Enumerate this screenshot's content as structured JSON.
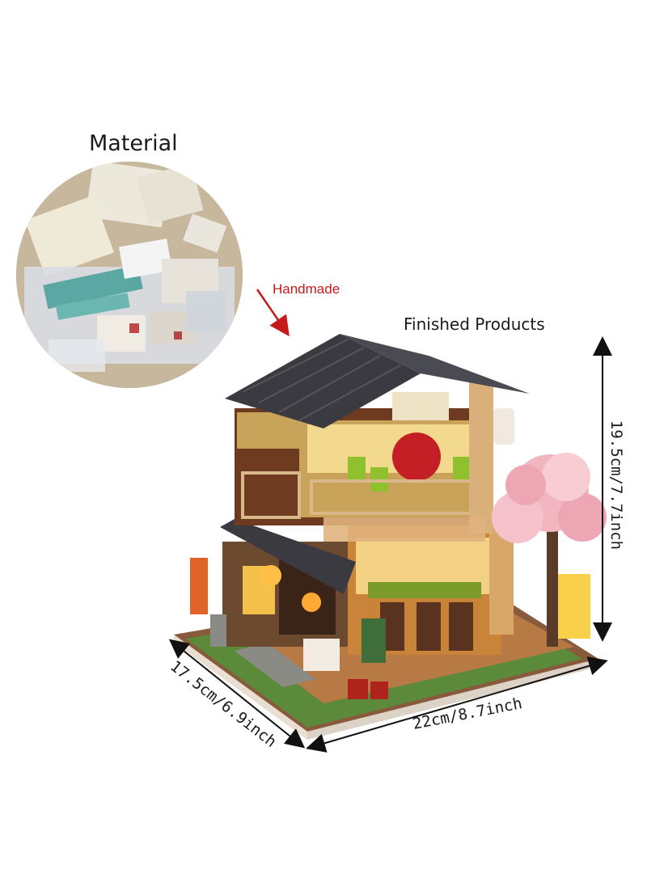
{
  "labels": {
    "material": "Material",
    "handmade": "Handmade",
    "finished_products": "Finished Products",
    "height_dimension": "19.5cm/7.7inch",
    "width_dimension": "22cm/8.7inch",
    "depth_dimension": "17.5cm/6.9inch"
  },
  "colors": {
    "arrow_red": "#c41a1a",
    "roof": "#3a3a40",
    "wood": "#7a4a2a",
    "cherry_blossom": "#f2b6c0"
  }
}
